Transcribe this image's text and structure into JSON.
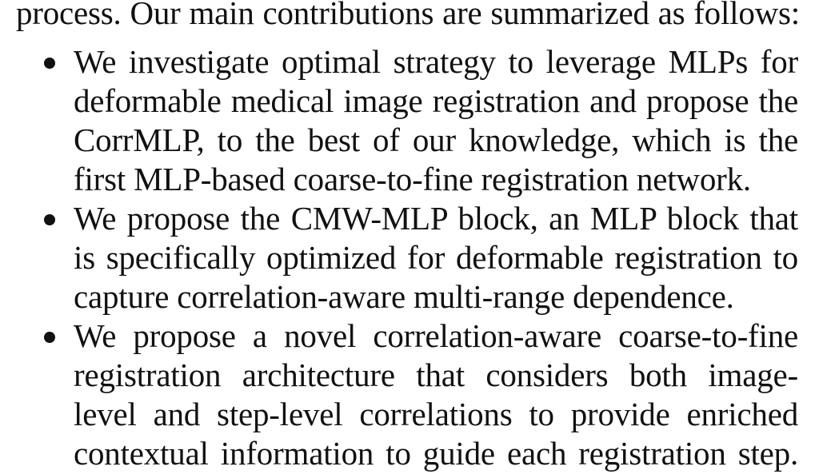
{
  "paragraph": {
    "lead_line": "process. Our main contributions are summarized as follows:"
  },
  "contributions": [
    {
      "lines": [
        "We investigate optimal strategy to leverage MLPs for",
        "deformable medical image registration and propose the",
        "CorrMLP, to the best of our knowledge, which is the",
        "first MLP-based coarse-to-fine registration network."
      ]
    },
    {
      "lines": [
        "We propose the CMW-MLP block, an MLP block that",
        "is specifically optimized for deformable registration to",
        "capture correlation-aware multi-range dependence."
      ]
    },
    {
      "lines": [
        "We propose a novel correlation-aware coarse-to-fine",
        "registration architecture that considers both image-",
        "level and step-level correlations to provide enriched",
        "contextual information to guide each registration step."
      ]
    }
  ]
}
